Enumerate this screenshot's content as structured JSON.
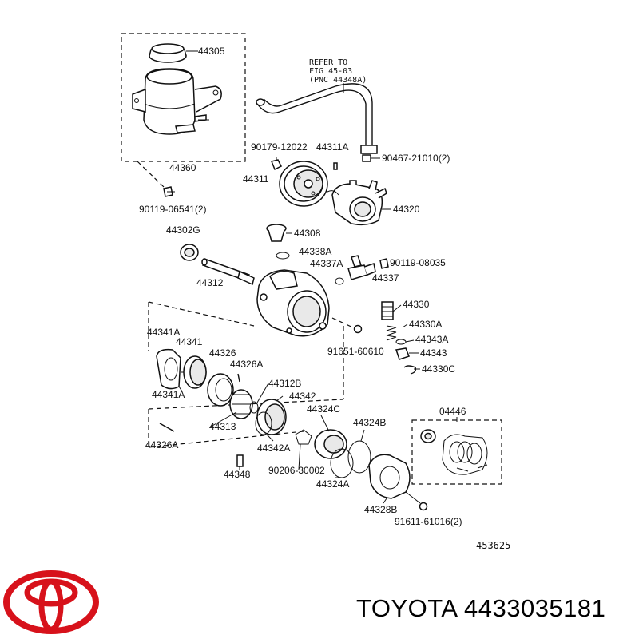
{
  "diagram": {
    "refer_note": [
      "REFER TO",
      "FIG 45-03",
      "(PNC 44348A)"
    ],
    "figure_number": "453625",
    "part_labels": {
      "p44305": "44305",
      "p44360": "44360",
      "p90119_06541": "90119-06541(2)",
      "p90179_12022": "90179-12022",
      "p44311A": "44311A",
      "p90467_21010": "90467-21010(2)",
      "p44311": "44311",
      "p44320": "44320",
      "p44302G": "44302G",
      "p44308": "44308",
      "p44338A": "44338A",
      "p44337A": "44337A",
      "p90119_08035": "90119-08035",
      "p44312": "44312",
      "p44337": "44337",
      "p44330": "44330",
      "p44330A": "44330A",
      "p44343A": "44343A",
      "p44343": "44343",
      "p91651_60610": "91651-60610",
      "p44330C": "44330C",
      "p44341A_top": "44341A",
      "p44341": "44341",
      "p44326": "44326",
      "p44326A_top": "44326A",
      "p44312B": "44312B",
      "p44342": "44342",
      "p44341A_bottom": "44341A",
      "p44313": "44313",
      "p44324C": "44324C",
      "p44324B": "44324B",
      "p04446": "04446",
      "p44326A_bottom": "44326A",
      "p44342A": "44342A",
      "p90206_30002": "90206-30002",
      "p44348": "44348",
      "p44324A": "44324A",
      "p44328B": "44328B",
      "p91611_61016": "91611-61016(2)"
    }
  },
  "brand": {
    "text": "TOYOTA 4433035181",
    "logo": "toyota-logo",
    "logo_color": "#d7121b"
  }
}
